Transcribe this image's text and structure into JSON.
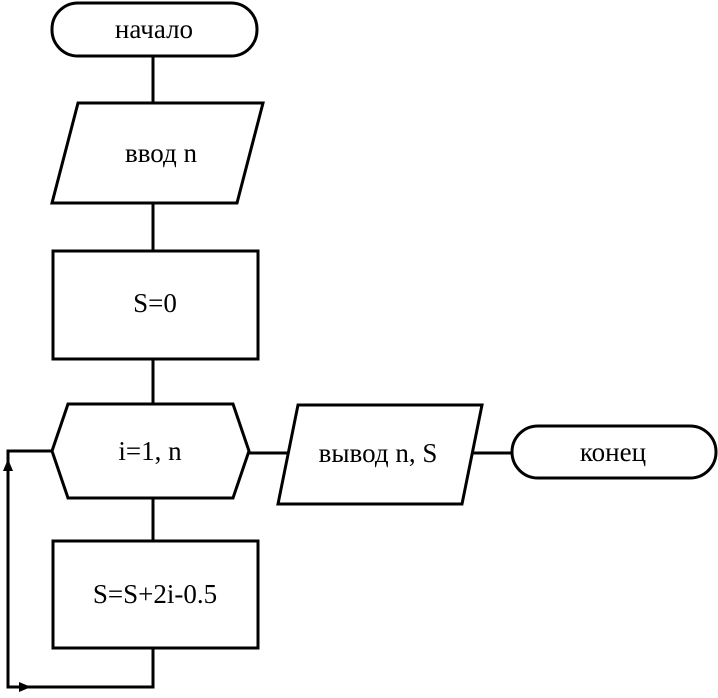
{
  "flowchart": {
    "start": {
      "text": "начало"
    },
    "input": {
      "text": "ввод n"
    },
    "init": {
      "text": "S=0"
    },
    "loop": {
      "text": "i=1, n"
    },
    "body": {
      "text": "S=S+2i-0.5"
    },
    "output": {
      "text": "вывод n, S"
    },
    "end": {
      "text": "конец"
    }
  },
  "colors": {
    "stroke": "#000000",
    "fill": "#ffffff"
  }
}
